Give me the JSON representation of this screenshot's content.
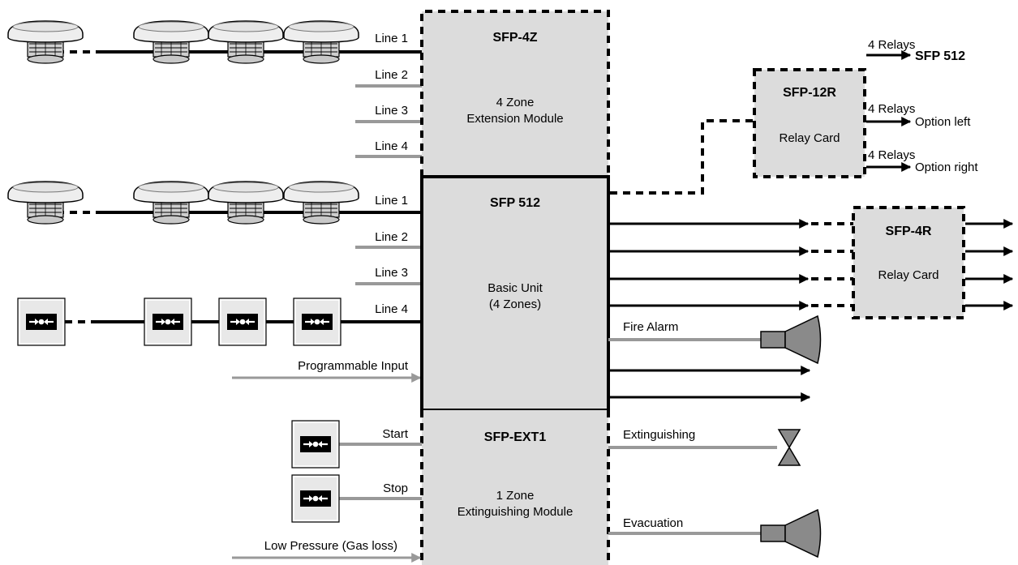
{
  "colors": {
    "box_fill": "#dcdcdc",
    "line_gray": "#999999",
    "black": "#000000",
    "detector_light": "#eeeeee",
    "detector_mid": "#c8c8c8",
    "speaker_fill": "#8a8a8a"
  },
  "modules": {
    "sfp4z": {
      "title": "SFP-4Z",
      "desc1": "4 Zone",
      "desc2": "Extension Module"
    },
    "sfp512": {
      "title": "SFP 512",
      "desc1": "Basic Unit",
      "desc2": "(4 Zones)"
    },
    "sfpext1": {
      "title": "SFP-EXT1",
      "desc1": "1 Zone",
      "desc2": "Extinguishing Module"
    },
    "sfp12r": {
      "title": "SFP-12R",
      "desc1": "Relay Card"
    },
    "sfp4r": {
      "title": "SFP-4R",
      "desc1": "Relay Card"
    }
  },
  "inputs": {
    "z4_lines": [
      "Line 1",
      "Line 2",
      "Line 3",
      "Line 4"
    ],
    "basic_lines": [
      "Line 1",
      "Line 2",
      "Line 3",
      "Line 4"
    ],
    "programmable_input": "Programmable Input",
    "start": "Start",
    "stop": "Stop",
    "low_pressure": "Low Pressure (Gas loss)"
  },
  "outputs": {
    "fire_alarm": "Fire Alarm",
    "extinguishing": "Extinguishing",
    "evacuation": "Evacuation",
    "relays_label": "4 Relays",
    "relay_targets": [
      "SFP 512",
      "Option left",
      "Option right"
    ]
  },
  "icons": {
    "detector": "smoke-detector-icon",
    "call_point": "manual-call-point-icon",
    "siren": "siren-icon",
    "valve": "valve-icon"
  }
}
